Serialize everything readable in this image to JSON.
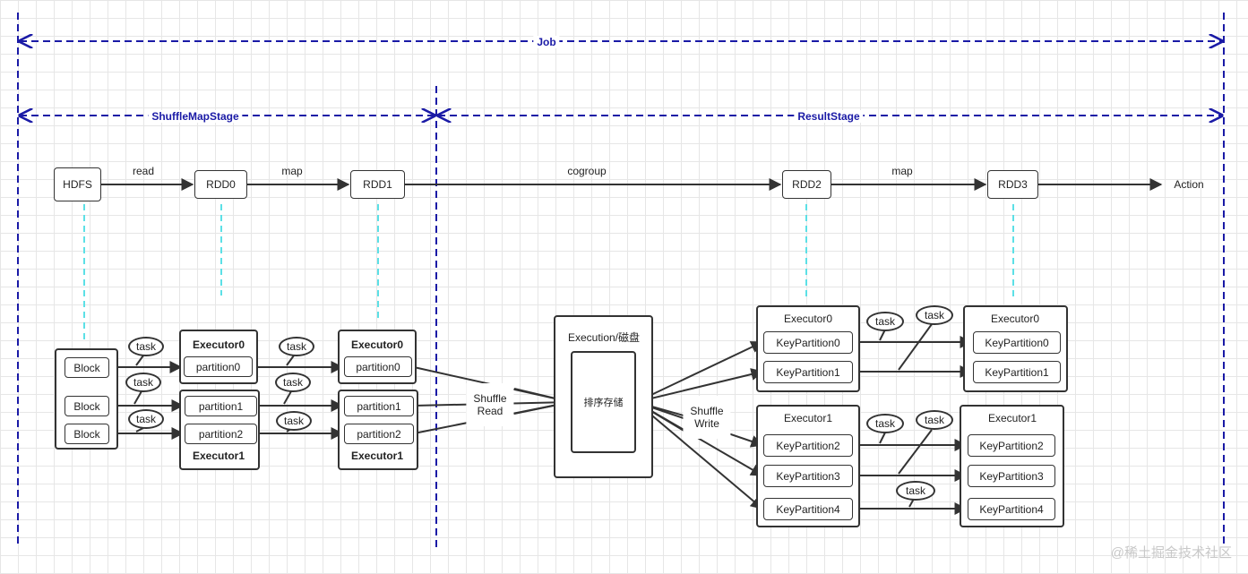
{
  "stages": {
    "job": "Job",
    "shuffle_map_stage": "ShuffleMapStage",
    "result_stage": "ResultStage"
  },
  "lineage": {
    "hdfs": "HDFS",
    "rdd0": "RDD0",
    "rdd1": "RDD1",
    "rdd2": "RDD2",
    "rdd3": "RDD3",
    "action": "Action",
    "read": "read",
    "map1": "map",
    "cogroup": "cogroup",
    "map2": "map"
  },
  "map_side": {
    "block": "Block",
    "task": "task",
    "executor0": "Executor0",
    "executor1": "Executor1",
    "partition0": "partition0",
    "partition1": "partition1",
    "partition2": "partition2"
  },
  "shuffle": {
    "read_line1": "Shuffle",
    "read_line2": "Read",
    "execution_title": "Execution/磁盘",
    "sort_storage": "排序存储",
    "write_line1": "Shuffle",
    "write_line2": "Write"
  },
  "result_side": {
    "executor0": "Executor0",
    "executor1": "Executor1",
    "task": "task",
    "kp0": "KeyPartition0",
    "kp1": "KeyPartition1",
    "kp2": "KeyPartition2",
    "kp3": "KeyPartition3",
    "kp4": "KeyPartition4"
  },
  "watermark": "@稀土掘金技术社区",
  "colors": {
    "stage_line": "#1a1aa6",
    "lineage_link": "#5ce0e6",
    "border": "#333333"
  }
}
